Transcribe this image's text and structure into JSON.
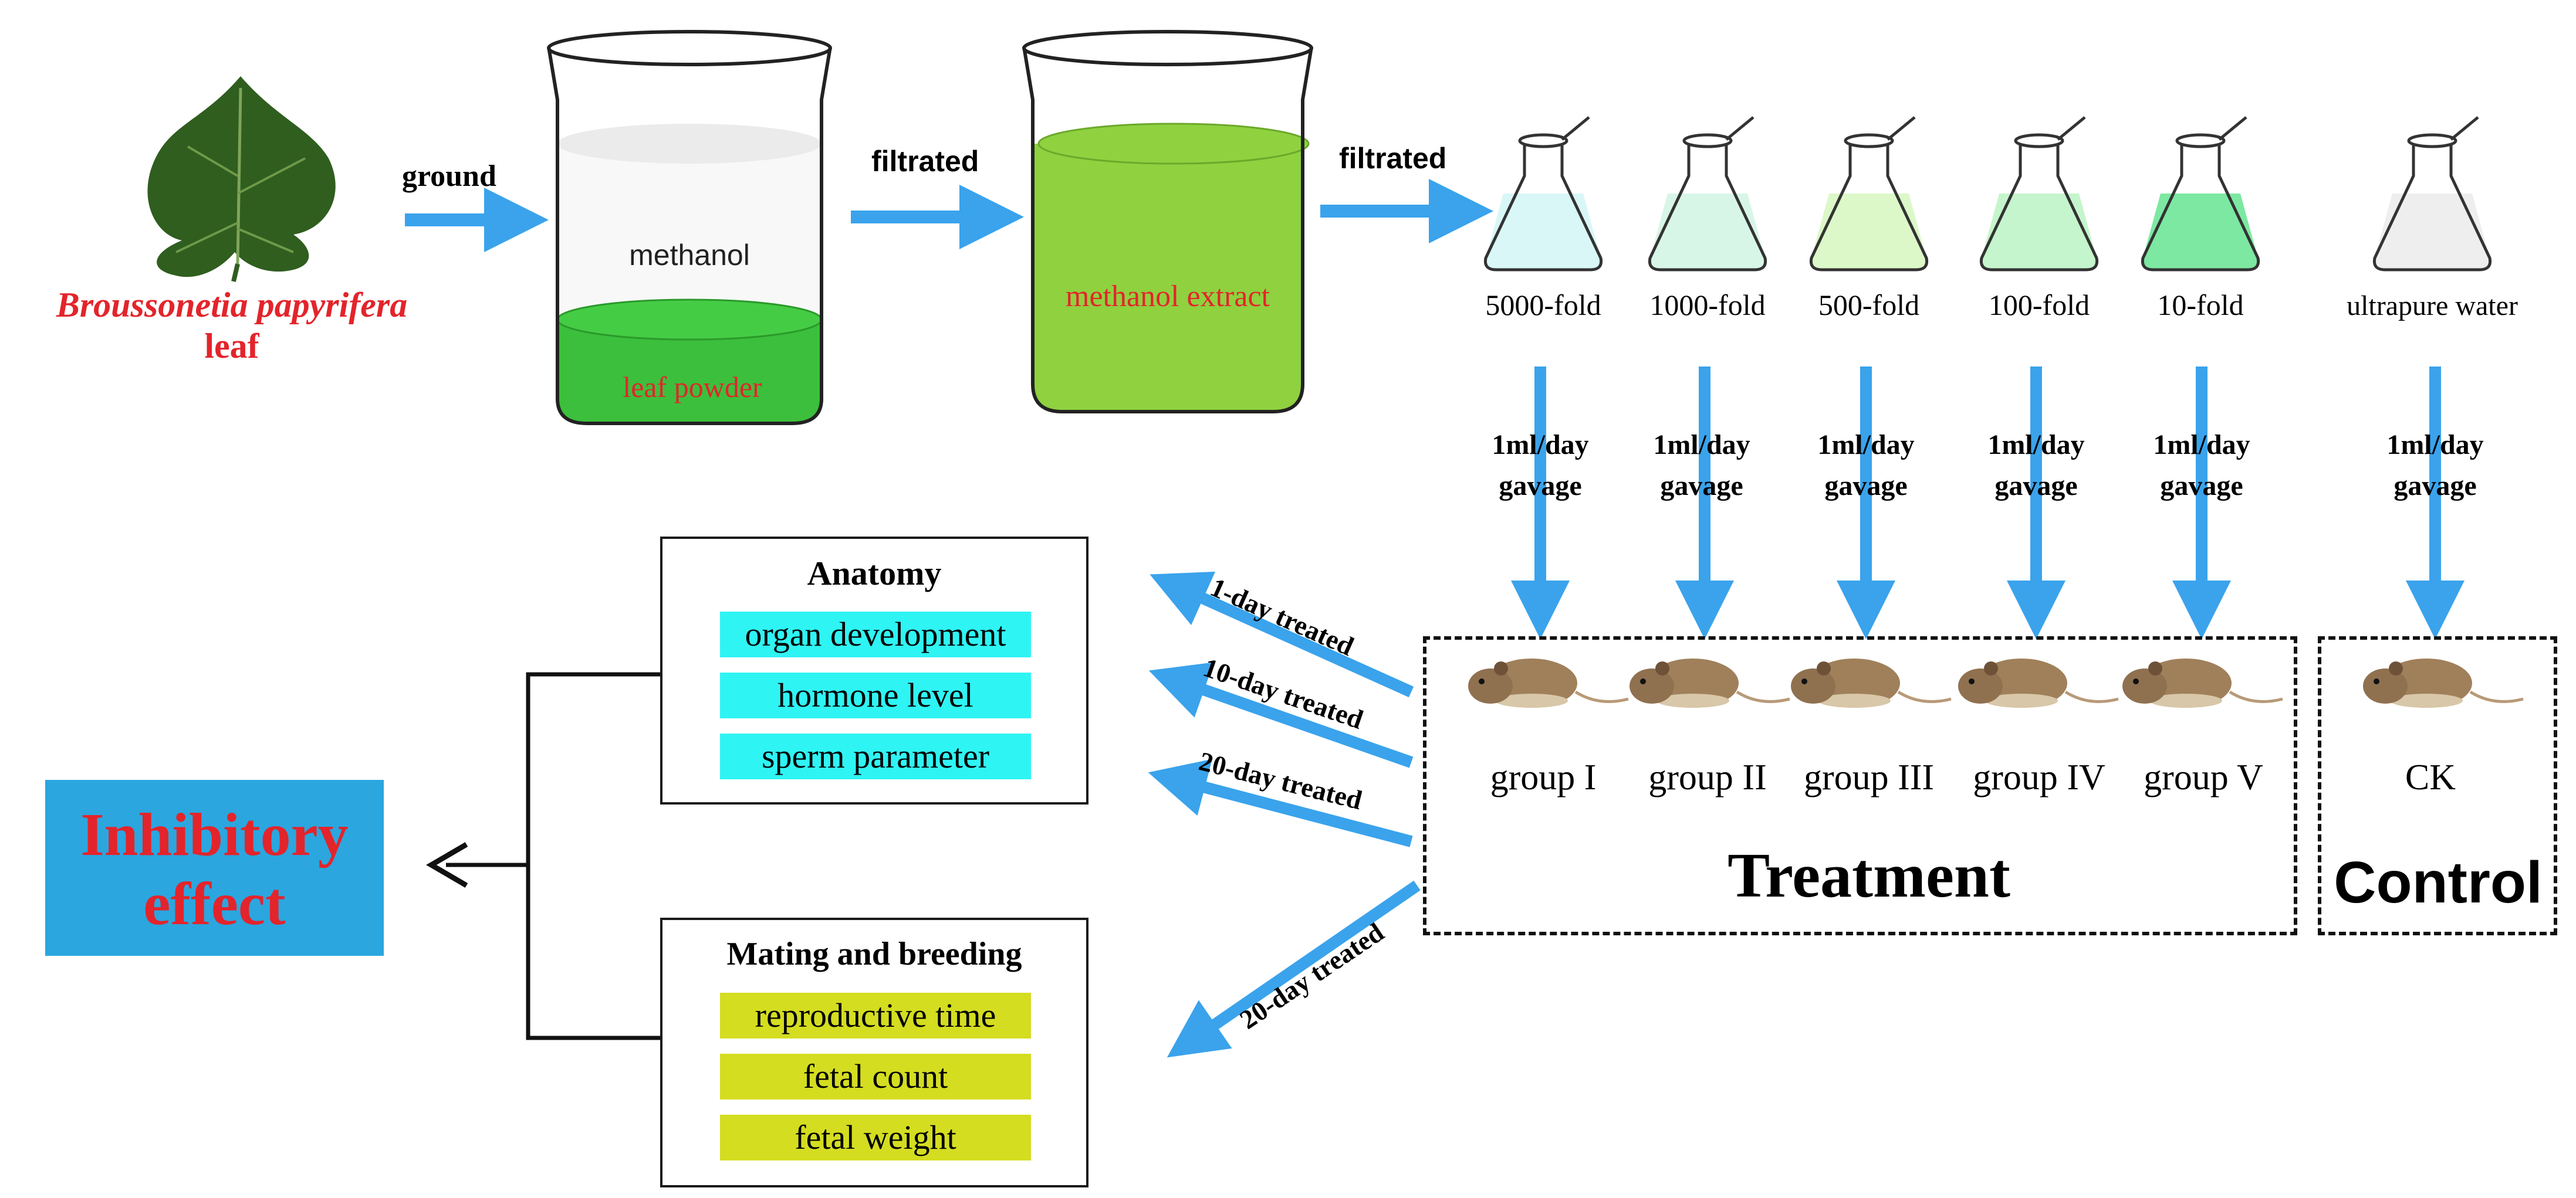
{
  "leaf": {
    "name": "Broussonetia papyrifera",
    "suffix": "leaf"
  },
  "steps": {
    "ground": "ground",
    "filtrated_1": "filtrated",
    "filtrated_2": "filtrated"
  },
  "beakers": {
    "solvent": "methanol",
    "powder": "leaf powder",
    "extract": "methanol extract"
  },
  "flasks": [
    {
      "label": "5000-fold",
      "fill": "#d9f7f7"
    },
    {
      "label": "1000-fold",
      "fill": "#d8f6e8"
    },
    {
      "label": "500-fold",
      "fill": "#dcf8c8"
    },
    {
      "label": "100-fold",
      "fill": "#c5f5cc"
    },
    {
      "label": "10-fold",
      "fill": "#7de8a2"
    },
    {
      "label": "ultrapure water",
      "fill": "#eeeeee"
    }
  ],
  "dose": {
    "line1": "1ml/day",
    "line2": "gavage"
  },
  "groups": [
    "group I",
    "group II",
    "group III",
    "group IV",
    "group V"
  ],
  "control_group": "CK",
  "treatment_label": "Treatment",
  "control_label": "Control",
  "arrows_treated": [
    "1-day treated",
    "10-day treated",
    "20-day treated",
    "20-day treated"
  ],
  "anatomy": {
    "title": "Anatomy",
    "items": [
      "organ development",
      "hormone level",
      "sperm parameter"
    ]
  },
  "mating": {
    "title": "Mating and breeding",
    "items": [
      "reproductive time",
      "fetal count",
      "fetal weight"
    ]
  },
  "result": {
    "line1": "Inhibitory",
    "line2": "effect"
  },
  "colors": {
    "arrow": "#3aa3ec",
    "green_liquid": "#8fd13f",
    "powder": "#3bbd3b",
    "cyan_chip": "#2ff4f4",
    "olive_chip": "#d4dd20",
    "result_box": "#2ba6df",
    "red_text": "#e3242b"
  }
}
